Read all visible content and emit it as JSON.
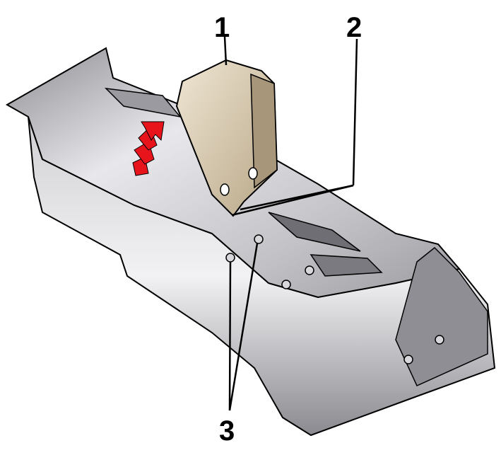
{
  "diagram": {
    "callouts": [
      {
        "id": "1",
        "label": "1"
      },
      {
        "id": "2",
        "label": "2"
      },
      {
        "id": "3",
        "label": "3"
      }
    ],
    "colors": {
      "console": "#b8b8bc",
      "console_dark": "#7a7a80",
      "armrest": "#d9cbb0",
      "arrow": "#e8141c",
      "outline": "#000000"
    }
  }
}
